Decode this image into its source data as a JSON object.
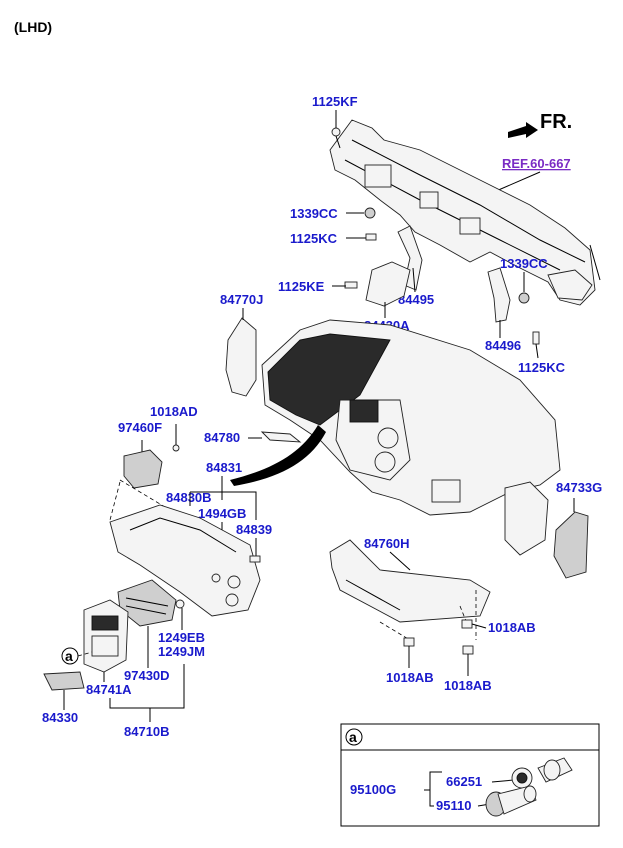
{
  "header": {
    "title": "(LHD)"
  },
  "direction": {
    "label": "FR."
  },
  "reference": {
    "label": "REF.60-667"
  },
  "labels": {
    "p1125KF": "1125KF",
    "p1339CC_a": "1339CC",
    "p1125KC_a": "1125KC",
    "p1125KE": "1125KE",
    "p84495": "84495",
    "p84430A": "84430A",
    "p1339CC_b": "1339CC",
    "p84496": "84496",
    "p1125KC_b": "1125KC",
    "p84770J": "84770J",
    "p1018AD": "1018AD",
    "p97460F": "97460F",
    "p84780": "84780",
    "p84831": "84831",
    "p84830B": "84830B",
    "p1494GB": "1494GB",
    "p84839": "84839",
    "p84733G": "84733G",
    "p84760H": "84760H",
    "p1018AB_a": "1018AB",
    "p1018AB_b": "1018AB",
    "p1018AB_c": "1018AB",
    "p1249EB": "1249EB",
    "p1249JM": "1249JM",
    "p97430D": "97430D",
    "p84741A": "84741A",
    "p84330": "84330",
    "p84710B": "84710B"
  },
  "callout": {
    "marker": "a"
  },
  "inset": {
    "marker": "a",
    "p95100G": "95100G",
    "p66251": "66251",
    "p95110": "95110"
  }
}
